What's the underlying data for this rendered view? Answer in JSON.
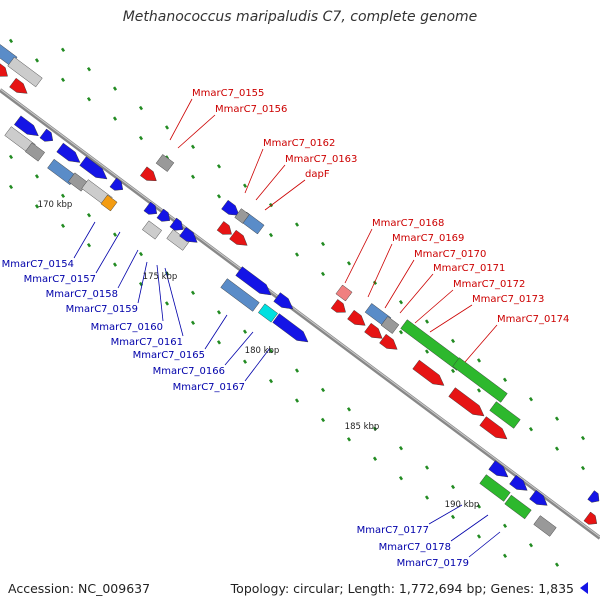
{
  "title": "Methanococcus maripaludis C7, complete genome",
  "footer": {
    "accession": "Accession: NC_009637",
    "topology": "Topology: circular; Length: 1,772,694 bp; Genes: 1,835"
  },
  "colors": {
    "forward": "#1414e6",
    "reverse": "#e61414",
    "rna": "#2db82d",
    "pseudo": "#5a8cc8",
    "gray": "#999999",
    "backbone": "#888888",
    "red_label": "#cc0000",
    "blue_label": "#0000aa"
  },
  "scale_labels": [
    "170 kbp",
    "175 kbp",
    "180 kbp",
    "185 kbp",
    "190 kbp"
  ],
  "gene_labels": {
    "red": [
      "MmarC7_0155",
      "MmarC7_0156",
      "MmarC7_0162",
      "MmarC7_0163",
      "dapF",
      "MmarC7_0168",
      "MmarC7_0169",
      "MmarC7_0170",
      "MmarC7_0171",
      "MmarC7_0172",
      "MmarC7_0173",
      "MmarC7_0174"
    ],
    "blue": [
      "MmarC7_0154",
      "MmarC7_0157",
      "MmarC7_0158",
      "MmarC7_0159",
      "MmarC7_0160",
      "MmarC7_0161",
      "MmarC7_0165",
      "MmarC7_0166",
      "MmarC7_0167",
      "MmarC7_0177",
      "MmarC7_0178",
      "MmarC7_0179"
    ]
  }
}
